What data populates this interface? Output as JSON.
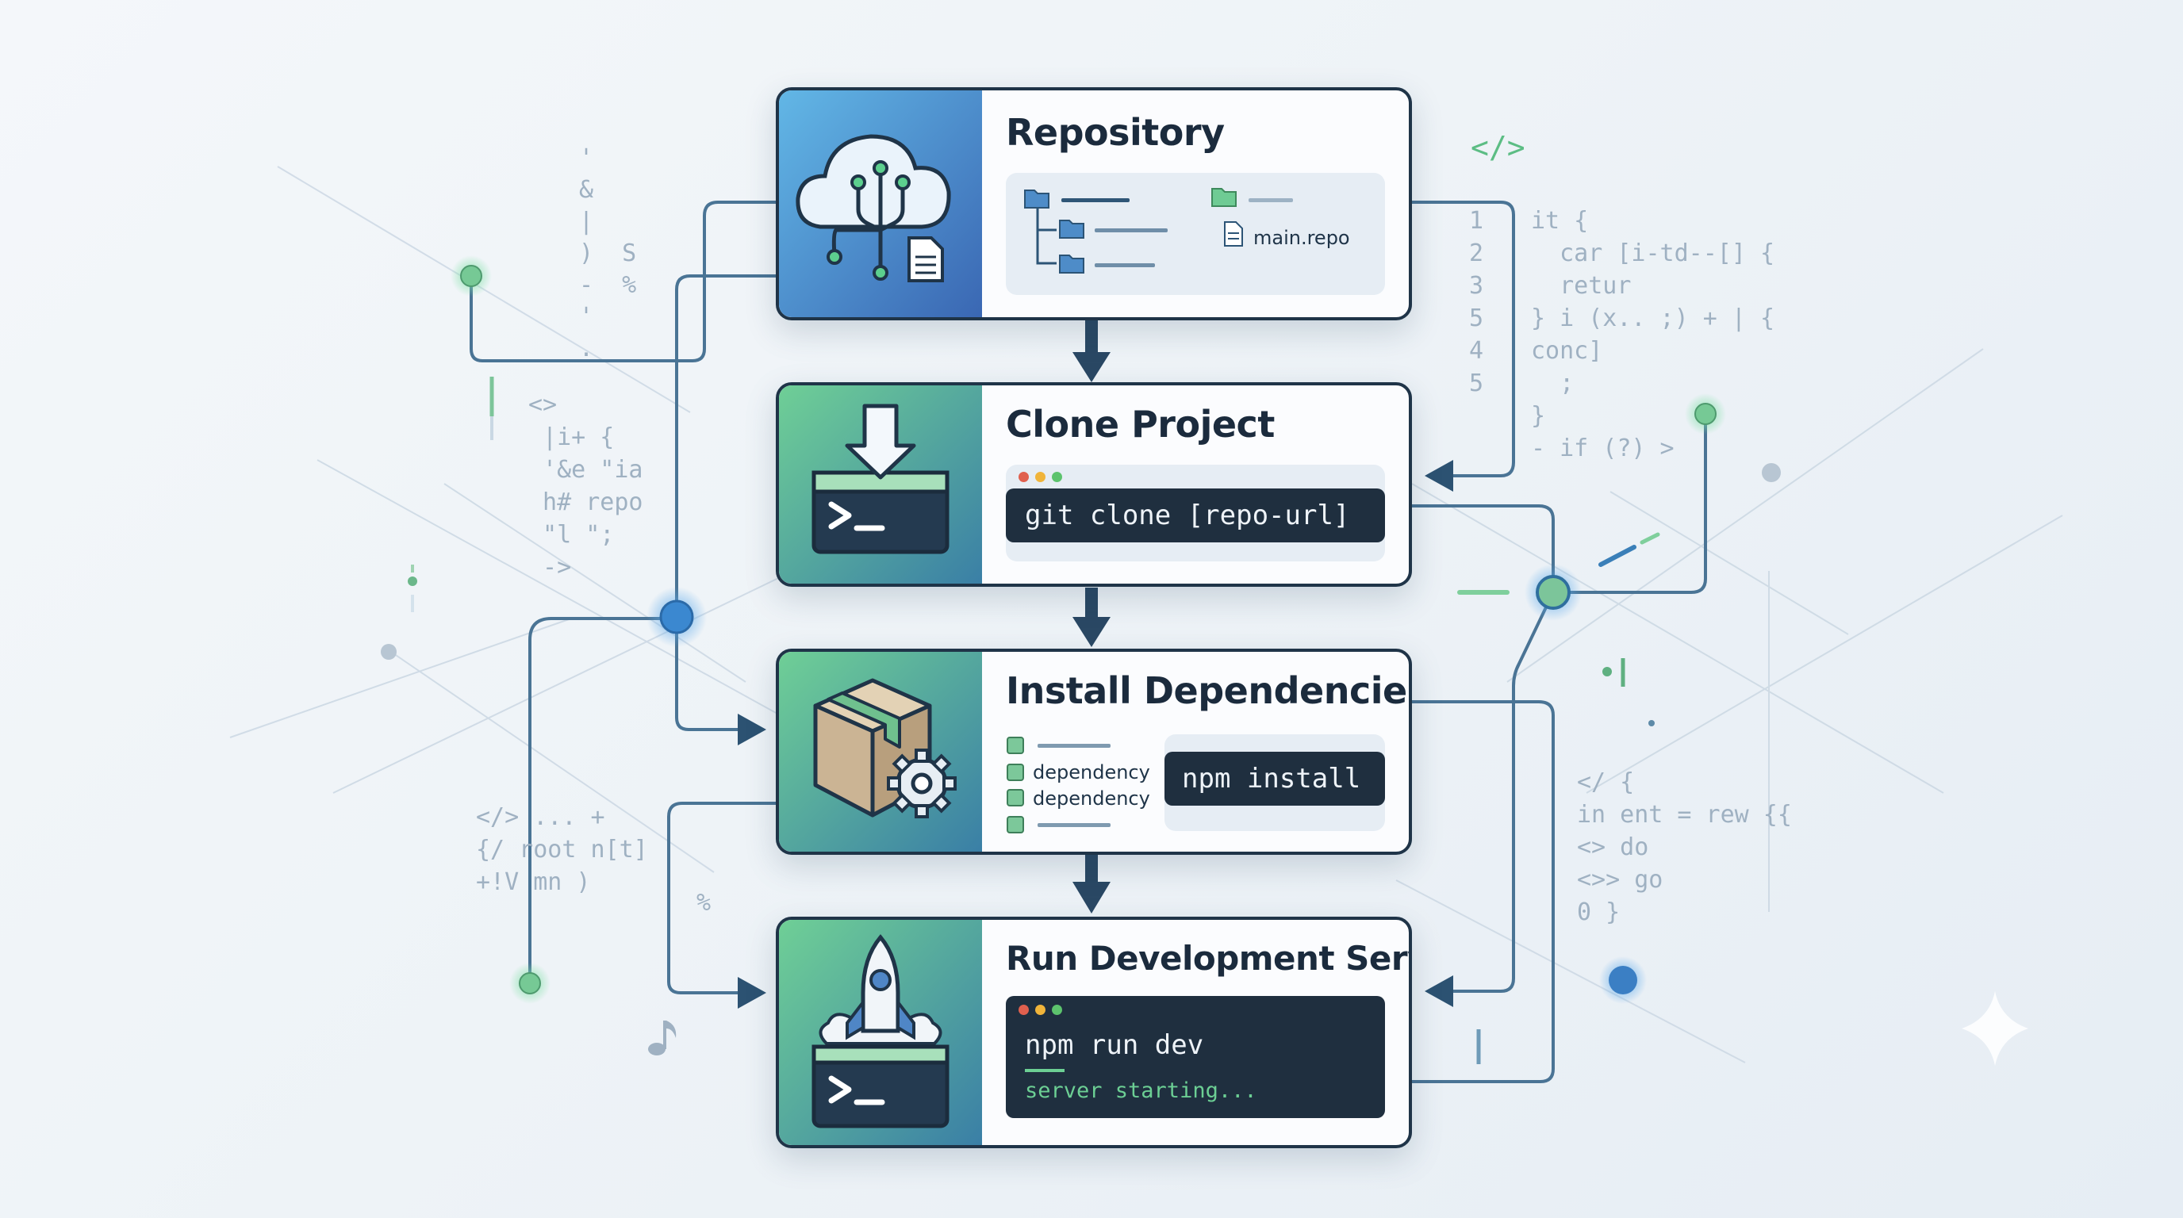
{
  "colors": {
    "navy": "#1f3448",
    "blue_panel": "#4f86c6",
    "green_panel": "#6bbf8a",
    "terminal_bg": "#1f2f3f",
    "accent_green": "#6ccf94",
    "accent_blue": "#3d8fd6"
  },
  "steps": [
    {
      "title": "Repository",
      "icon": "cloud-repository-icon",
      "file_label": "main.repo"
    },
    {
      "title": "Clone Project",
      "icon": "download-terminal-icon",
      "command": "git clone [repo-url]"
    },
    {
      "title": "Install Dependencies",
      "icon": "package-gear-icon",
      "dependencies": [
        "dependency",
        "dependency"
      ],
      "command": "npm install"
    },
    {
      "title": "Run Development Server",
      "icon": "rocket-terminal-icon",
      "command": "npm run dev",
      "output": "server starting..."
    }
  ],
  "decor": {
    "code_right_top": [
      "it {",
      "  car [i-td--[] {",
      "  retur",
      "} i (x.. ;) + | {",
      "conc]",
      "  ;",
      "}",
      "- if (?) >"
    ],
    "line_numbers": [
      "1",
      "2",
      "3",
      "5",
      "4",
      "5"
    ],
    "tag_top_right": "</>",
    "code_left_mid": [
      "<>",
      " |i+ {",
      " '&e \"ia",
      " h# repo",
      " \"l \";",
      " ->"
    ],
    "code_left_bottom": [
      "</> ... +",
      "{/ root n[t]",
      "+!V mn )"
    ],
    "code_right_bottom": [
      "</ {",
      "in ent = rew {{",
      "<> do",
      "<>> go",
      "0 }"
    ],
    "symbols_left_top": [
      "'",
      "&",
      "|",
      ")  S",
      "-  %",
      "'",
      "."
    ],
    "percent": "%"
  }
}
